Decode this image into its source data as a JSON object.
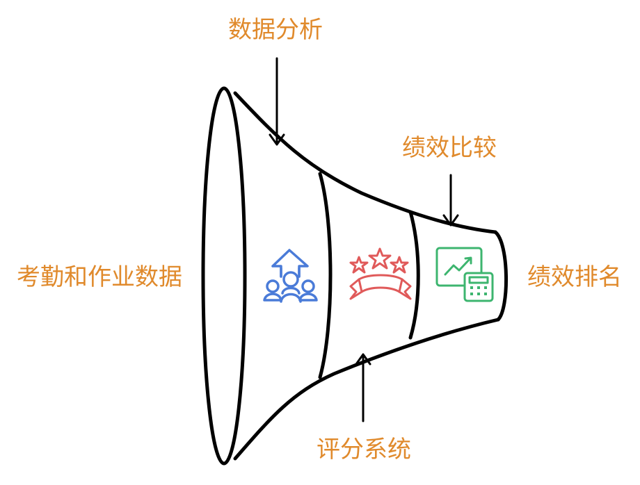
{
  "diagram": {
    "input_label": "考勤和作业数据",
    "stage_labels": {
      "data_analysis": "数据分析",
      "performance_comparison": "绩效比较",
      "scoring_system": "评分系统"
    },
    "output_label": "绩效排名",
    "stages": [
      {
        "icon": "people-growth-icon",
        "color": "#4A7BD8"
      },
      {
        "icon": "stars-ribbon-icon",
        "color": "#E05A5A"
      },
      {
        "icon": "chart-calculator-icon",
        "color": "#3DB56F"
      }
    ],
    "colors": {
      "label": "#E08A2C",
      "outline": "#000000",
      "blue": "#4A7BD8",
      "red": "#E05A5A",
      "green": "#3DB56F"
    }
  }
}
